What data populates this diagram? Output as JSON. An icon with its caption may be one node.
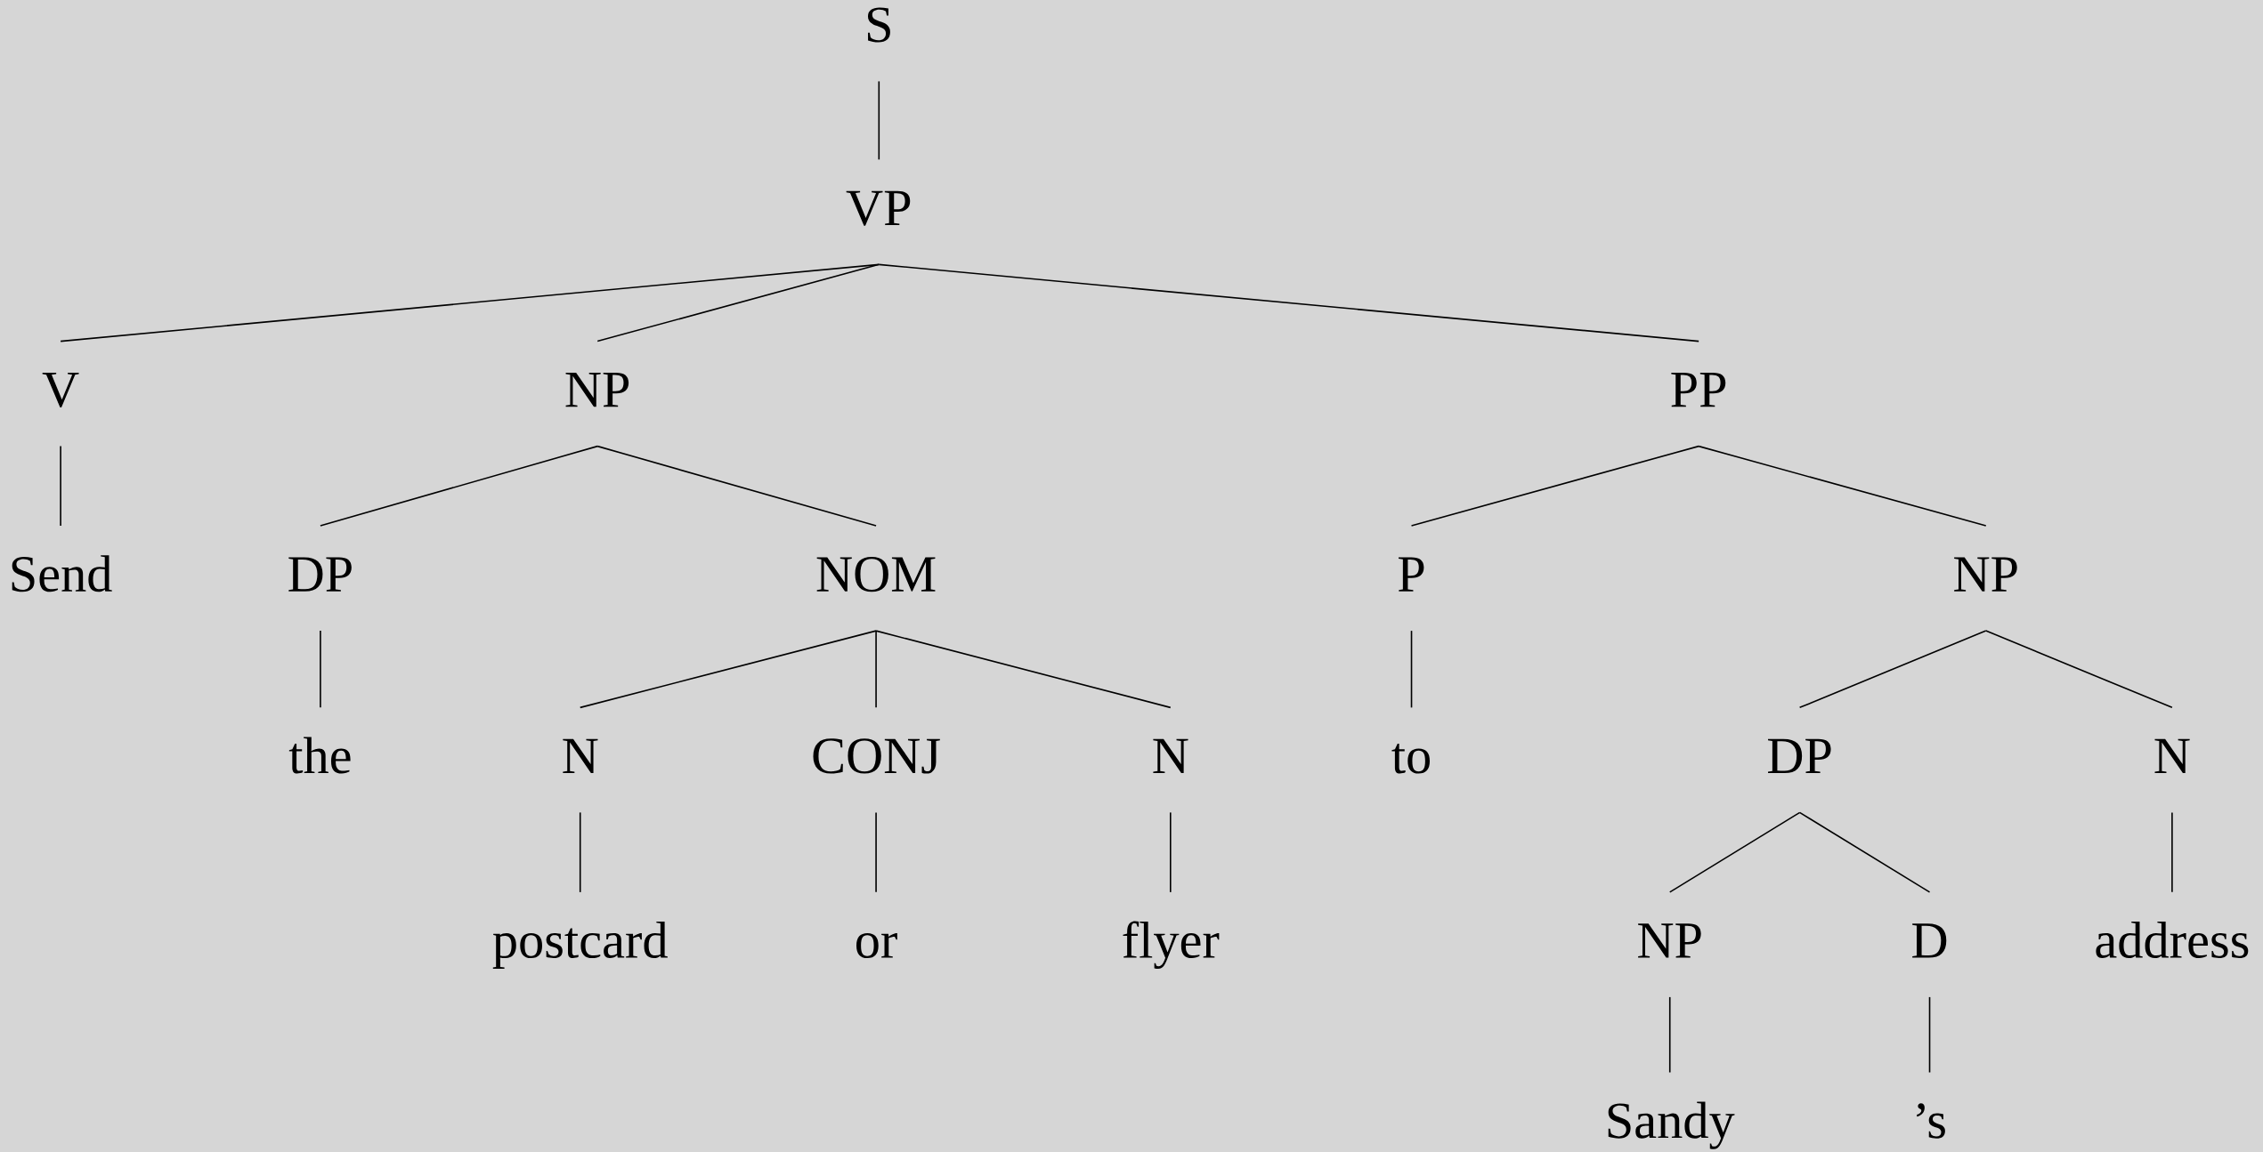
{
  "diagram": {
    "nodes": [
      {
        "text": [
          "S"
        ]
      },
      {
        "text": [
          "VP"
        ]
      },
      {
        "text": [
          "V"
        ]
      },
      {
        "text": [
          "Send"
        ]
      },
      {
        "text": [
          "NP"
        ]
      },
      {
        "text": [
          "DP"
        ]
      },
      {
        "text": [
          "the"
        ]
      },
      {
        "text": [
          "NOM"
        ]
      },
      {
        "text": [
          "N"
        ]
      },
      {
        "text": [
          "postcard"
        ]
      },
      {
        "text": [
          "CONJ"
        ]
      },
      {
        "text": [
          "or"
        ]
      },
      {
        "text": [
          "N"
        ]
      },
      {
        "text": [
          "flyer"
        ]
      },
      {
        "text": [
          "PP"
        ]
      },
      {
        "text": [
          "P"
        ]
      },
      {
        "text": [
          "to"
        ]
      },
      {
        "text": [
          "NP"
        ]
      },
      {
        "text": [
          "DP"
        ]
      },
      {
        "text": [
          "NP"
        ]
      },
      {
        "text": [
          "Sandy"
        ]
      },
      {
        "text": [
          "D"
        ]
      },
      {
        "text": [
          "’s"
        ]
      },
      {
        "text": [
          "N"
        ]
      },
      {
        "text": [
          "address"
        ]
      }
    ],
    "edges": [
      {
        "from": 0,
        "to": 1,
        "arrow": "none"
      },
      {
        "from": 1,
        "to": 2,
        "arrow": "none"
      },
      {
        "from": 1,
        "to": 4,
        "arrow": "none"
      },
      {
        "from": 1,
        "to": 14,
        "arrow": "none"
      },
      {
        "from": 2,
        "to": 3,
        "arrow": "none"
      },
      {
        "from": 4,
        "to": 5,
        "arrow": "none"
      },
      {
        "from": 4,
        "to": 7,
        "arrow": "none"
      },
      {
        "from": 5,
        "to": 6,
        "arrow": "none"
      },
      {
        "from": 7,
        "to": 8,
        "arrow": "none"
      },
      {
        "from": 7,
        "to": 10,
        "arrow": "none"
      },
      {
        "from": 7,
        "to": 12,
        "arrow": "none"
      },
      {
        "from": 8,
        "to": 9,
        "arrow": "none"
      },
      {
        "from": 10,
        "to": 11,
        "arrow": "none"
      },
      {
        "from": 12,
        "to": 13,
        "arrow": "none"
      },
      {
        "from": 14,
        "to": 15,
        "arrow": "none"
      },
      {
        "from": 14,
        "to": 17,
        "arrow": "none"
      },
      {
        "from": 15,
        "to": 16,
        "arrow": "none"
      },
      {
        "from": 17,
        "to": 18,
        "arrow": "none"
      },
      {
        "from": 17,
        "to": 23,
        "arrow": "none"
      },
      {
        "from": 18,
        "to": 19,
        "arrow": "none"
      },
      {
        "from": 18,
        "to": 21,
        "arrow": "none"
      },
      {
        "from": 19,
        "to": 20,
        "arrow": "none"
      },
      {
        "from": 21,
        "to": 22,
        "arrow": "none"
      },
      {
        "from": 23,
        "to": 24,
        "arrow": "none"
      }
    ]
  }
}
